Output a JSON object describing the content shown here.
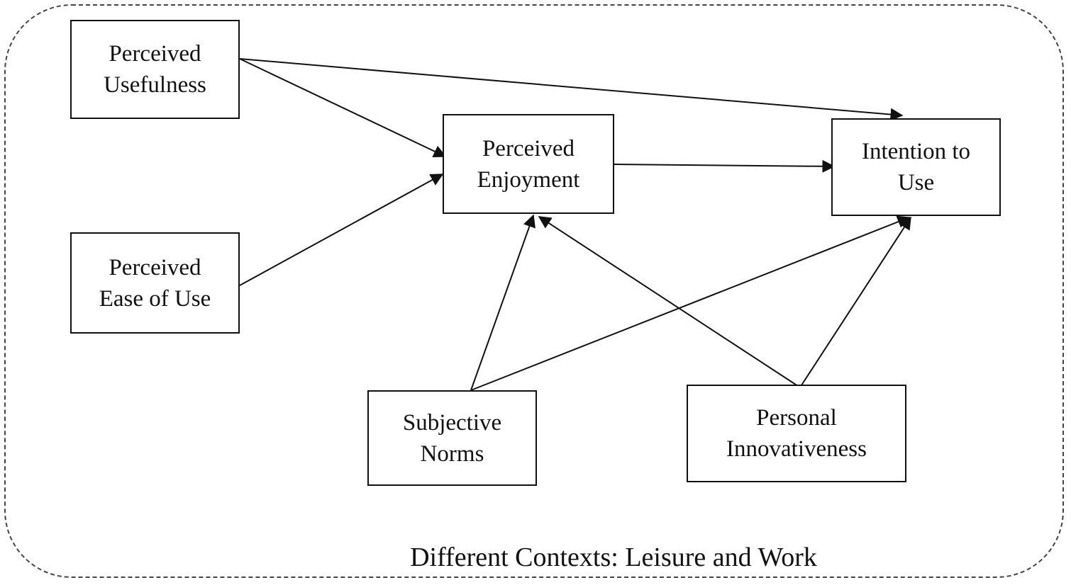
{
  "diagram": {
    "context_label": "Different Contexts: Leisure and Work",
    "nodes": {
      "perceived_usefulness": {
        "line1": "Perceived",
        "line2": "Usefulness"
      },
      "perceived_ease_of_use": {
        "line1": "Perceived",
        "line2": "Ease of Use"
      },
      "perceived_enjoyment": {
        "line1": "Perceived",
        "line2": "Enjoyment"
      },
      "intention_to_use": {
        "line1": "Intention to",
        "line2": "Use"
      },
      "subjective_norms": {
        "line1": "Subjective",
        "line2": "Norms"
      },
      "personal_innovativeness": {
        "line1": "Personal",
        "line2": "Innovativeness"
      }
    },
    "links": [
      {
        "from": "perceived_usefulness",
        "to": "perceived_enjoyment"
      },
      {
        "from": "perceived_usefulness",
        "to": "intention_to_use"
      },
      {
        "from": "perceived_ease_of_use",
        "to": "perceived_enjoyment"
      },
      {
        "from": "perceived_enjoyment",
        "to": "intention_to_use"
      },
      {
        "from": "subjective_norms",
        "to": "perceived_enjoyment"
      },
      {
        "from": "subjective_norms",
        "to": "intention_to_use"
      },
      {
        "from": "personal_innovativeness",
        "to": "perceived_enjoyment"
      },
      {
        "from": "personal_innovativeness",
        "to": "intention_to_use"
      }
    ],
    "colors": {
      "stroke": "#111111",
      "frame": "#444444",
      "background": "#ffffff"
    }
  }
}
